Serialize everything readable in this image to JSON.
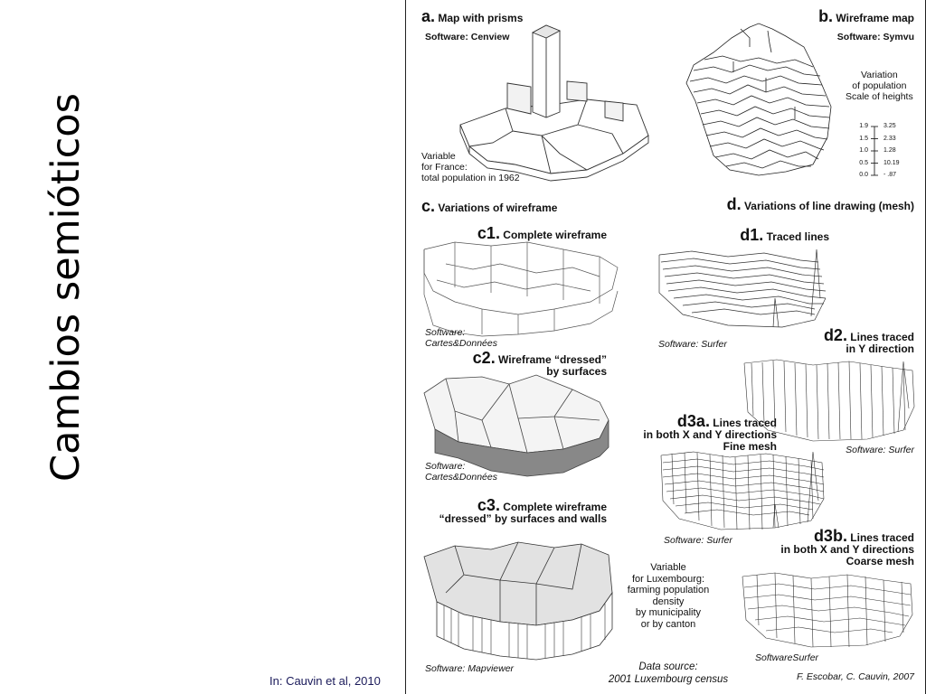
{
  "slide": {
    "title": "Cambios semióticos",
    "citation": "In: Cauvin et al, 2010"
  },
  "figure": {
    "panel_a": {
      "letter": "a.",
      "title": "Map with prisms",
      "software": "Software: Cenview",
      "variable": [
        "Variable",
        "for France:",
        "total population in 1962"
      ]
    },
    "panel_b": {
      "letter": "b.",
      "title": "Wireframe map",
      "software": "Software: Symvu",
      "legend": [
        "Variation",
        "of population",
        "Scale of heights"
      ],
      "scale_left": [
        "1.9",
        "1.5",
        "1.0",
        "0.5",
        "0.0"
      ],
      "scale_right": [
        "3.25",
        "2.33",
        "1.28",
        "10.19",
        "- .87"
      ]
    },
    "panel_c": {
      "letter": "c.",
      "title": "Variations of wireframe"
    },
    "c1": {
      "letter": "c1.",
      "title": "Complete wireframe",
      "software": [
        "Software:",
        "Cartes&Données"
      ]
    },
    "c2": {
      "letter": "c2.",
      "title": "Wireframe “dressed”",
      "title2": "by surfaces",
      "software": [
        "Software:",
        "Cartes&Données"
      ]
    },
    "c3": {
      "letter": "c3.",
      "title": "Complete wireframe",
      "title2": "“dressed” by surfaces and walls",
      "software": "Software: Mapviewer"
    },
    "panel_d": {
      "letter": "d.",
      "title": "Variations of line drawing (mesh)"
    },
    "d1": {
      "letter": "d1.",
      "title": "Traced lines",
      "software": "Software: Surfer"
    },
    "d2": {
      "letter": "d2.",
      "title": "Lines traced",
      "title2": "in Y direction",
      "software": "Software: Surfer"
    },
    "d3a": {
      "letter": "d3a.",
      "title": "Lines traced",
      "title2": "in both X and Y directions",
      "title3": "Fine mesh",
      "software": "Software: Surfer"
    },
    "d3b": {
      "letter": "d3b.",
      "title": "Lines traced",
      "title2": "in both X and Y directions",
      "title3": "Coarse mesh",
      "software": "SoftwareSurfer"
    },
    "luxembourg_variable": [
      "Variable",
      "for Luxembourg:",
      "farming population",
      "density",
      "by municipality",
      "or by canton"
    ],
    "data_source": [
      "Data source:",
      "2001 Luxembourg census"
    ],
    "credit": "F. Escobar, C. Cauvin, 2007"
  }
}
